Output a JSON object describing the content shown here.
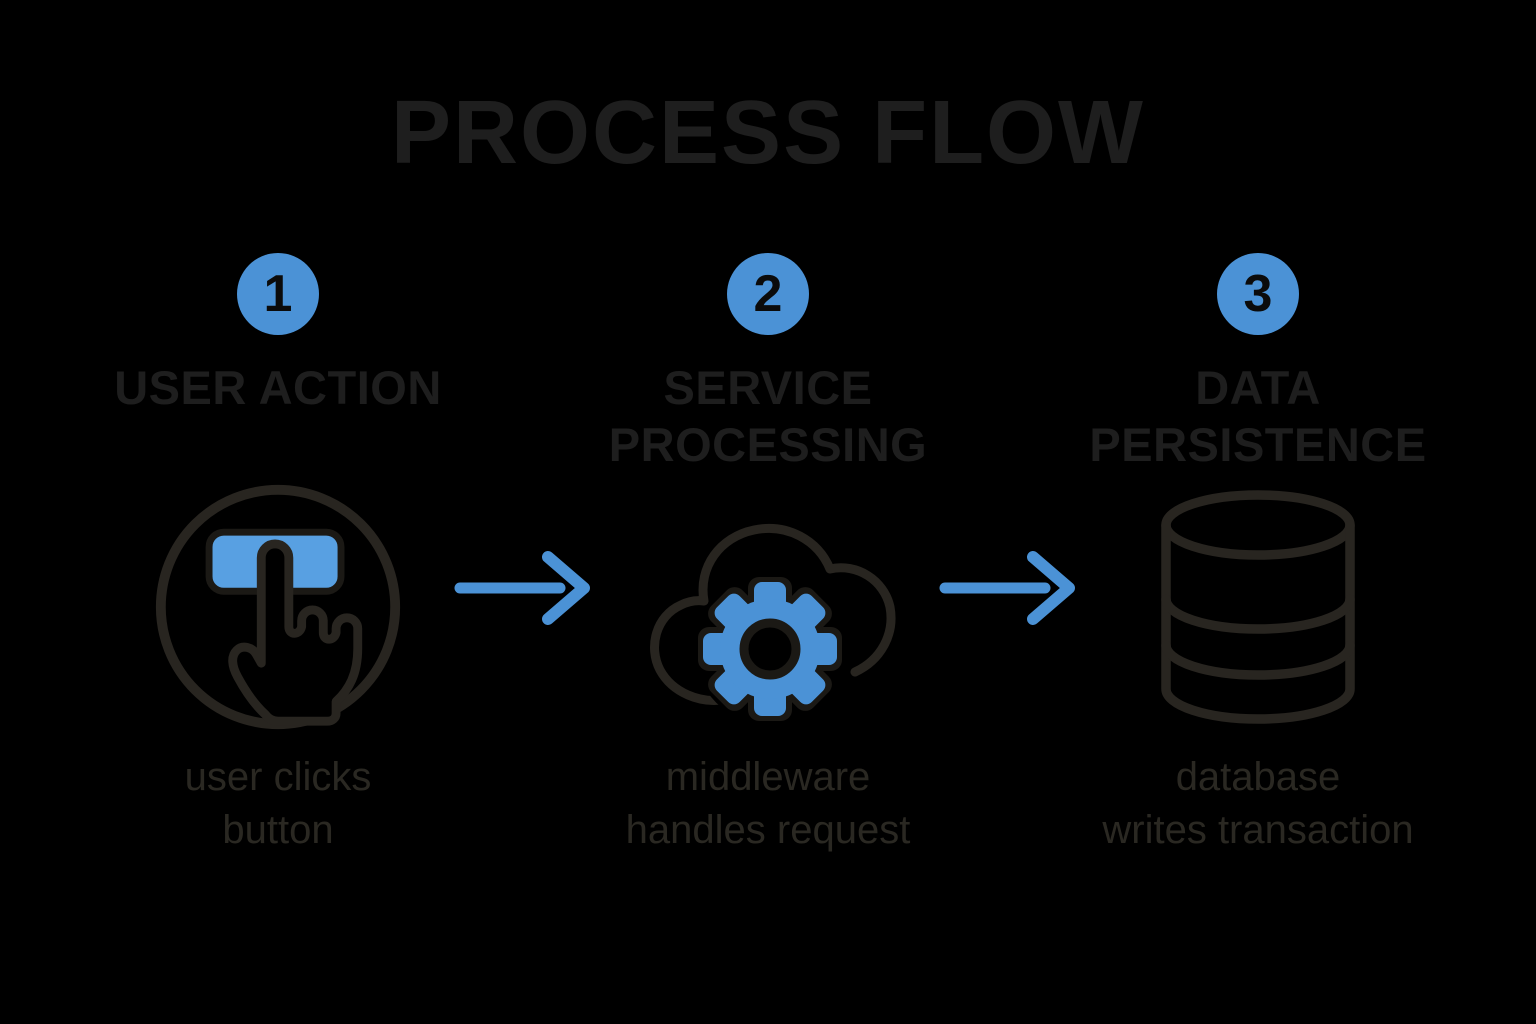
{
  "title": "PROCESS FLOW",
  "colors": {
    "bg": "#000000",
    "heading": "#1e1e1e",
    "caption": "#2a2822",
    "ink": "#282520",
    "inkDark": "#1b1915",
    "accent": "#4b92d6",
    "accentLight": "#58a0e2",
    "badgeNum": "#0b0b0b"
  },
  "steps": [
    {
      "number": "1",
      "title_line1": "USER ACTION",
      "title_line2": "",
      "icon": "hand-click-icon",
      "caption_line1": "user clicks",
      "caption_line2": "button"
    },
    {
      "number": "2",
      "title_line1": "SERVICE",
      "title_line2": "PROCESSING",
      "icon": "cloud-gear-icon",
      "caption_line1": "middleware",
      "caption_line2": "handles request"
    },
    {
      "number": "3",
      "title_line1": "DATA",
      "title_line2": "PERSISTENCE",
      "icon": "database-icon",
      "caption_line1": "database",
      "caption_line2": "writes transaction"
    }
  ],
  "arrows": [
    {
      "name": "flow-arrow-1"
    },
    {
      "name": "flow-arrow-2"
    }
  ]
}
